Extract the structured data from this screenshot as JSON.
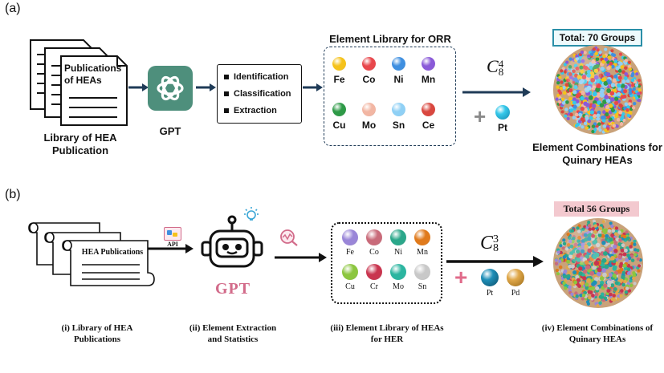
{
  "panel_a": {
    "letter": "(a)",
    "doc_text": "Publications of HEAs",
    "library_label": "Library of HEA Publication",
    "gpt_label": "GPT",
    "steps": [
      "Identification",
      "Classification",
      "Extraction"
    ],
    "element_library_title": "Element Library for ORR",
    "elements": [
      {
        "symbol": "Fe",
        "color": "#f5c21b"
      },
      {
        "symbol": "Co",
        "color": "#e8474c"
      },
      {
        "symbol": "Ni",
        "color": "#3f8fe0"
      },
      {
        "symbol": "Mn",
        "color": "#8a5ad8"
      },
      {
        "symbol": "Cu",
        "color": "#2e9a47"
      },
      {
        "symbol": "Mo",
        "color": "#f2b6a3"
      },
      {
        "symbol": "Sn",
        "color": "#8fd0f5"
      },
      {
        "symbol": "Ce",
        "color": "#d9473f"
      }
    ],
    "combination_formula": {
      "base": "C",
      "sub": "8",
      "sup": "4"
    },
    "plus_symbol": "+",
    "extra_element": {
      "symbol": "Pt",
      "color": "#35c8ea"
    },
    "total_label": "Total: 70 Groups",
    "result_label": "Element Combinations for Quinary HEAs"
  },
  "panel_b": {
    "letter": "(b)",
    "doc_text": "HEA Publications",
    "api_label": "API",
    "gpt_label": "GPT",
    "elements": [
      {
        "symbol": "Fe",
        "color": "#9a86d8"
      },
      {
        "symbol": "Co",
        "color": "#c96b7a"
      },
      {
        "symbol": "Ni",
        "color": "#2ba78a"
      },
      {
        "symbol": "Mn",
        "color": "#e07a1c"
      },
      {
        "symbol": "Cu",
        "color": "#8cc63f"
      },
      {
        "symbol": "Cr",
        "color": "#c9354f"
      },
      {
        "symbol": "Mo",
        "color": "#2bb5a0"
      },
      {
        "symbol": "Sn",
        "color": "#c8c8c8"
      }
    ],
    "combination_formula": {
      "base": "C",
      "sub": "8",
      "sup": "3"
    },
    "plus_symbol": "+",
    "extra_elements": [
      {
        "symbol": "Pt",
        "color": "#1f8fb8"
      },
      {
        "symbol": "Pd",
        "color": "#e0a84a"
      }
    ],
    "total_label": "Total 56 Groups",
    "captions": [
      "(i) Library of HEA Publications",
      "(ii) Element Extraction and Statistics",
      "(iii) Element Library of HEAs for HER",
      "(iv) Element Combinations of Quinary HEAs"
    ]
  },
  "colors": {
    "arrow": "#1f3b57",
    "gpt_green": "#4e8f7c",
    "gpt_pink": "#d26b8a",
    "total_box_border_a": "#2a8fa8",
    "total_box_fill_b": "#f3c9cf",
    "plus_b": "#e06b8a"
  }
}
